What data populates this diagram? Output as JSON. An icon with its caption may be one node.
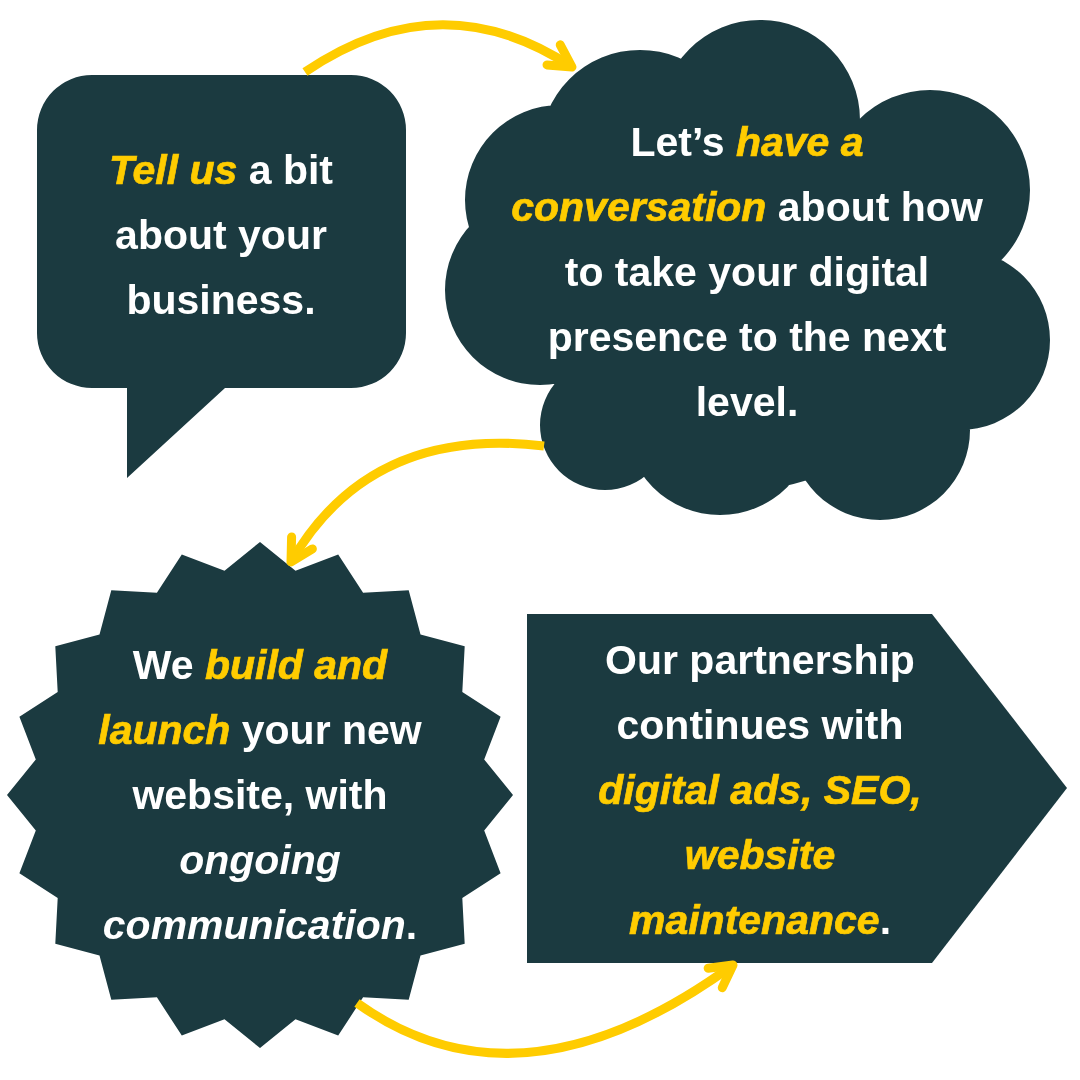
{
  "diagram": {
    "nodes": [
      {
        "text": [
          "**Tell us** a bit about your business."
        ]
      },
      {
        "text": [
          "Let’s **have a conversation** about how to take your digital presence to the next level."
        ]
      },
      {
        "text": [
          "We **build and launch** your new website, with *ongoing communication*."
        ]
      },
      {
        "text": [
          "Our partnership continues with **digital ads, SEO, website maintenance**."
        ]
      }
    ],
    "edges": [
      {
        "from": 0,
        "to": 1,
        "arrow": "to"
      },
      {
        "from": 1,
        "to": 2,
        "arrow": "to"
      },
      {
        "from": 2,
        "to": 3,
        "arrow": "to"
      }
    ]
  }
}
